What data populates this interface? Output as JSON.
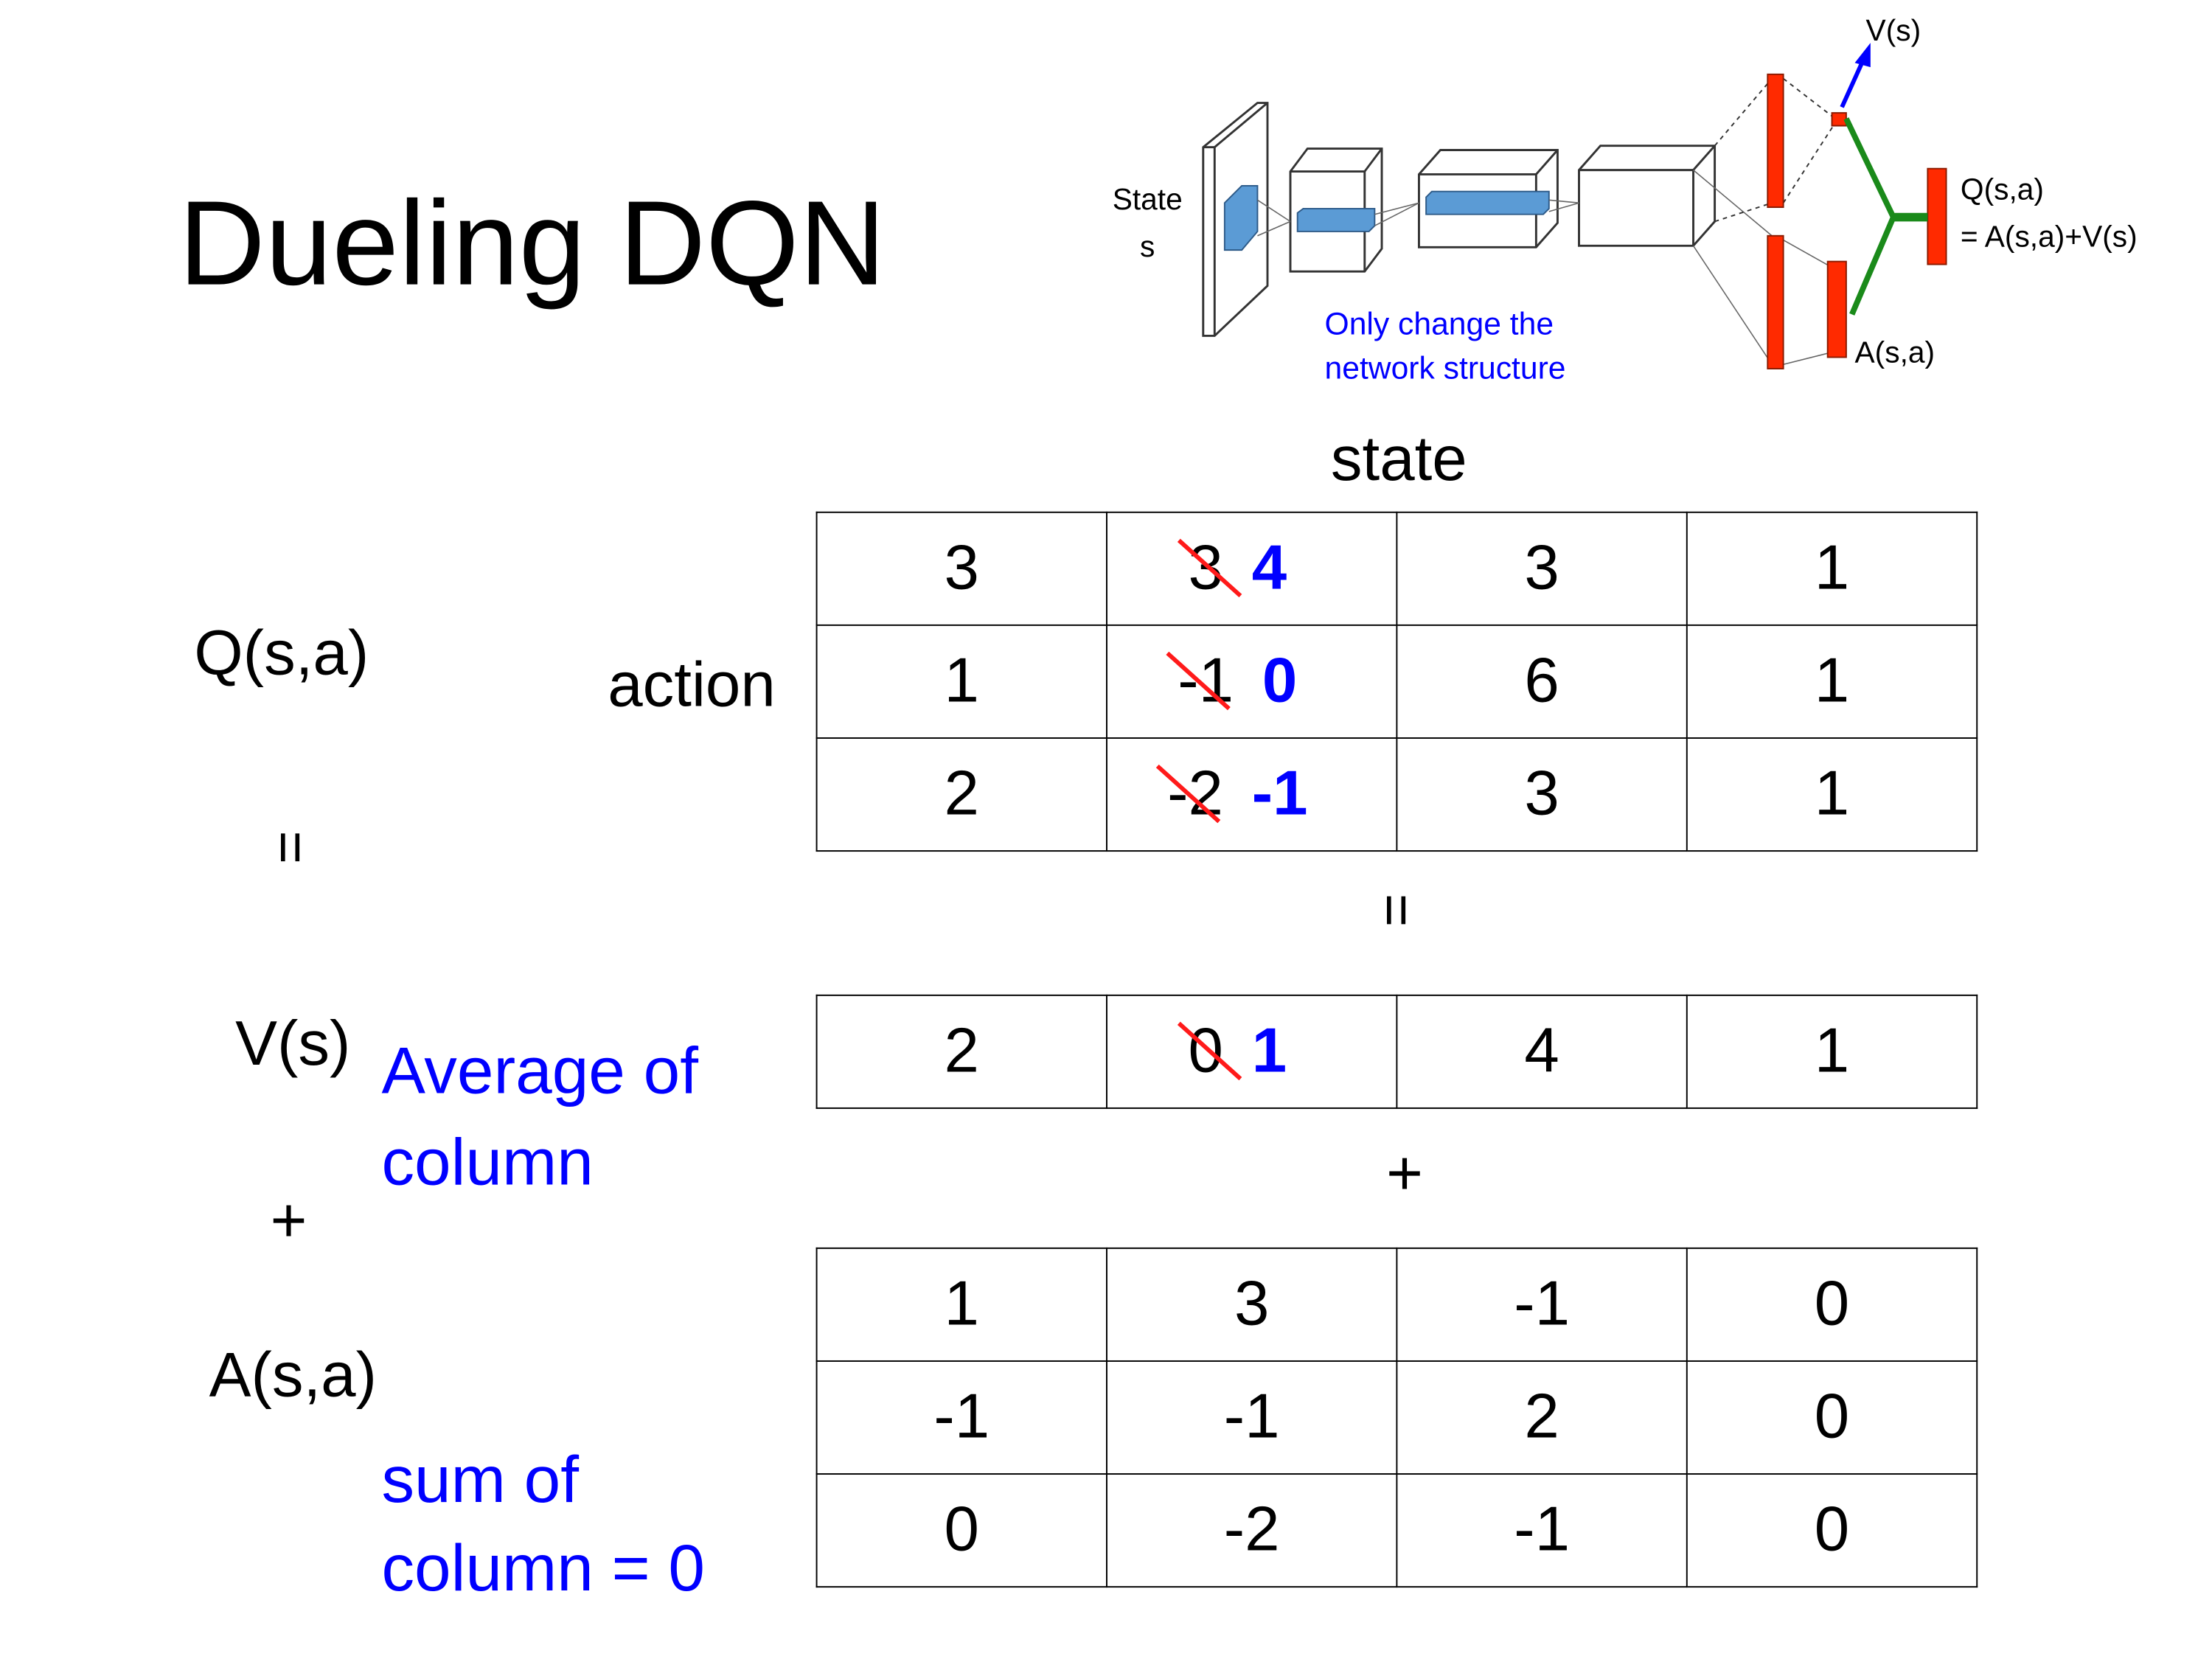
{
  "title": "Dueling DQN",
  "diagram": {
    "state_label": "State",
    "state_sub": "s",
    "v_label": "V(s)",
    "q_label": "Q(s,a)",
    "q_formula": "= A(s,a)+V(s)",
    "a_label": "A(s,a)",
    "note_line1": "Only change the",
    "note_line2": "network structure",
    "colors": {
      "layer": "#5b9bd5",
      "head": "#ff2a00",
      "combine": "#1a8a1a",
      "arrow": "#0000ff"
    }
  },
  "labels": {
    "q": "Q(s,a)",
    "equals_left": "=",
    "v": "V(s)",
    "plus_left": "+",
    "a": "A(s,a)",
    "state": "state",
    "action": "action",
    "equals_mid": "=",
    "plus_mid": "+",
    "average_line1": "Average of",
    "average_line2": "column",
    "sum_line1": "sum of",
    "sum_line2": "column = 0"
  },
  "q_table": [
    [
      {
        "v": "3"
      },
      {
        "old": "3",
        "new": "4"
      },
      {
        "v": "3"
      },
      {
        "v": "1"
      }
    ],
    [
      {
        "v": "1"
      },
      {
        "old": "-1",
        "new": "0"
      },
      {
        "v": "6"
      },
      {
        "v": "1"
      }
    ],
    [
      {
        "v": "2"
      },
      {
        "old": "-2",
        "new": "-1"
      },
      {
        "v": "3"
      },
      {
        "v": "1"
      }
    ]
  ],
  "v_table": [
    [
      {
        "v": "2"
      },
      {
        "old": "0",
        "new": "1"
      },
      {
        "v": "4"
      },
      {
        "v": "1"
      }
    ]
  ],
  "a_table": [
    [
      {
        "v": "1"
      },
      {
        "v": "3"
      },
      {
        "v": "-1"
      },
      {
        "v": "0"
      }
    ],
    [
      {
        "v": "-1"
      },
      {
        "v": "-1"
      },
      {
        "v": "2"
      },
      {
        "v": "0"
      }
    ],
    [
      {
        "v": "0"
      },
      {
        "v": "-2"
      },
      {
        "v": "-1"
      },
      {
        "v": "0"
      }
    ]
  ]
}
